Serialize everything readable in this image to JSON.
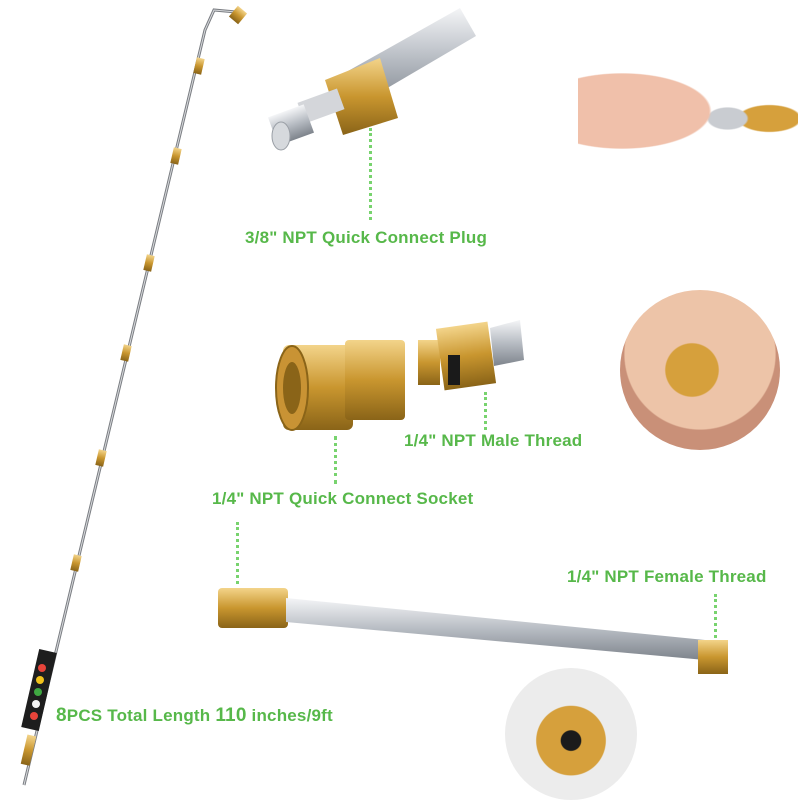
{
  "labels": {
    "plug": "3/8\" NPT Quick Connect Plug",
    "male_thread": "1/4\" NPT Male Thread",
    "socket": "1/4\" NPT Quick Connect Socket",
    "female_thread": "1/4\" NPT Female Thread"
  },
  "summary": {
    "count": "8",
    "pcs_text": "PCS Total Length",
    "length": "110",
    "unit_text": "inches/9ft"
  },
  "colors": {
    "label_green": "#57b84a",
    "dots_green": "#78d36e",
    "brass": "#d4a64a",
    "steel": "#c9ccd1"
  }
}
